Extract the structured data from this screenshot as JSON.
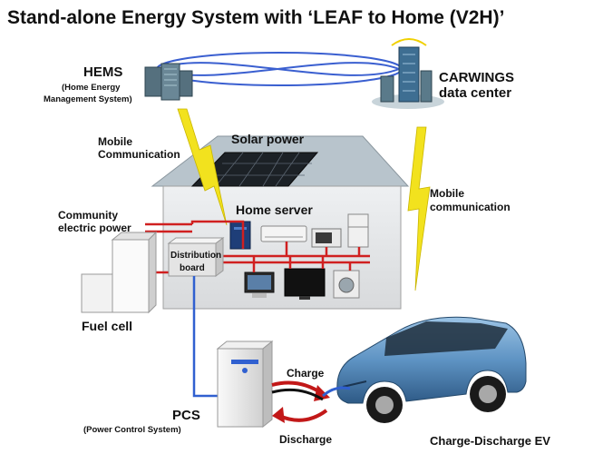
{
  "title": "Stand-alone Energy System with ‘LEAF to Home (V2H)’",
  "labels": {
    "hems": "HEMS",
    "hems_sub1": "(Home Energy",
    "hems_sub2": "Management System)",
    "carwings1": "CARWINGS",
    "carwings2": "data center",
    "mobile_comm1": "Mobile",
    "mobile_comm2": "Communication",
    "solar": "Solar power",
    "home_server": "Home server",
    "community1": "Community",
    "community2": "electric power",
    "distribution1": "Distribution",
    "distribution2": "board",
    "fuel_cell": "Fuel cell",
    "mobile_right1": "Mobile",
    "mobile_right2": "communication",
    "charge": "Charge",
    "discharge": "Discharge",
    "pcs": "PCS",
    "pcs_sub": "(Power Control System)",
    "ev": "Charge-Discharge EV"
  },
  "colors": {
    "ring": "#3a5fd0",
    "wire": "#d02020",
    "cable": "#3060d0",
    "lightning": "#f2e21e",
    "house": "#e6e6e6",
    "roof": "#b8c4cc",
    "car": "#5e93c3"
  }
}
